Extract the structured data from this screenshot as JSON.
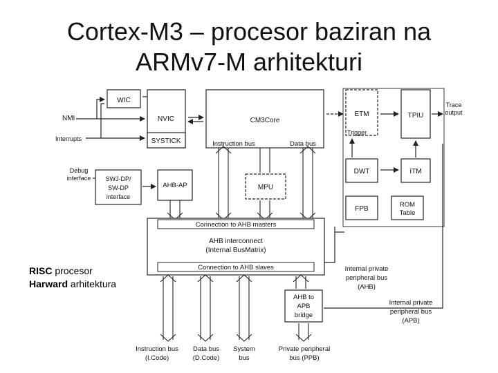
{
  "slide": {
    "title_line1": "Cortex-M3 – procesor baziran na",
    "title_line2": "ARMv7-M arhitekturi",
    "notes": [
      {
        "bold": "RISC",
        "rest": " procesor"
      },
      {
        "bold": "Harward",
        "rest": " arhitektura"
      }
    ]
  },
  "diagram": {
    "wic": "WIC",
    "nvic": "NVIC",
    "systick": "SYSTICK",
    "core": "CM3Core",
    "instruction_bus": "Instruction bus",
    "data_bus": "Data bus",
    "etm": "ETM",
    "trigger": "Trigger",
    "tpiu": "TPIU",
    "trace_output": [
      "Trace",
      "output"
    ],
    "nmi": "NMI",
    "interrupts": "Interrupts",
    "debug_interface": [
      "Debug",
      "interface"
    ],
    "swj_dp": [
      "SWJ-DP/",
      "SW-DP",
      "interface"
    ],
    "ahb_ap": "AHB-AP",
    "mpu": "MPU",
    "dwt": "DWT",
    "itm": "ITM",
    "fpb": "FPB",
    "rom_table": [
      "ROM",
      "Table"
    ],
    "conn_ahb_masters": "Connection to AHB masters",
    "ahb_interconnect": [
      "AHB interconnect",
      "(Internal BusMatrix)"
    ],
    "conn_ahb_slaves": "Connection to AHB slaves",
    "internal_ppb_ahb": [
      "Internal private",
      "peripheral bus",
      "(AHB)"
    ],
    "ahb_to_apb": [
      "AHB to",
      "APB",
      "bridge"
    ],
    "internal_ppb_apb": [
      "Internal private",
      "peripheral bus",
      "(APB)"
    ],
    "bottom_buses": [
      [
        "Instruction bus",
        "(I.Code)"
      ],
      [
        "Data bus",
        "(D.Code)"
      ],
      [
        "System",
        "bus"
      ],
      [
        "Private peripheral",
        "bus (PPB)"
      ]
    ]
  }
}
